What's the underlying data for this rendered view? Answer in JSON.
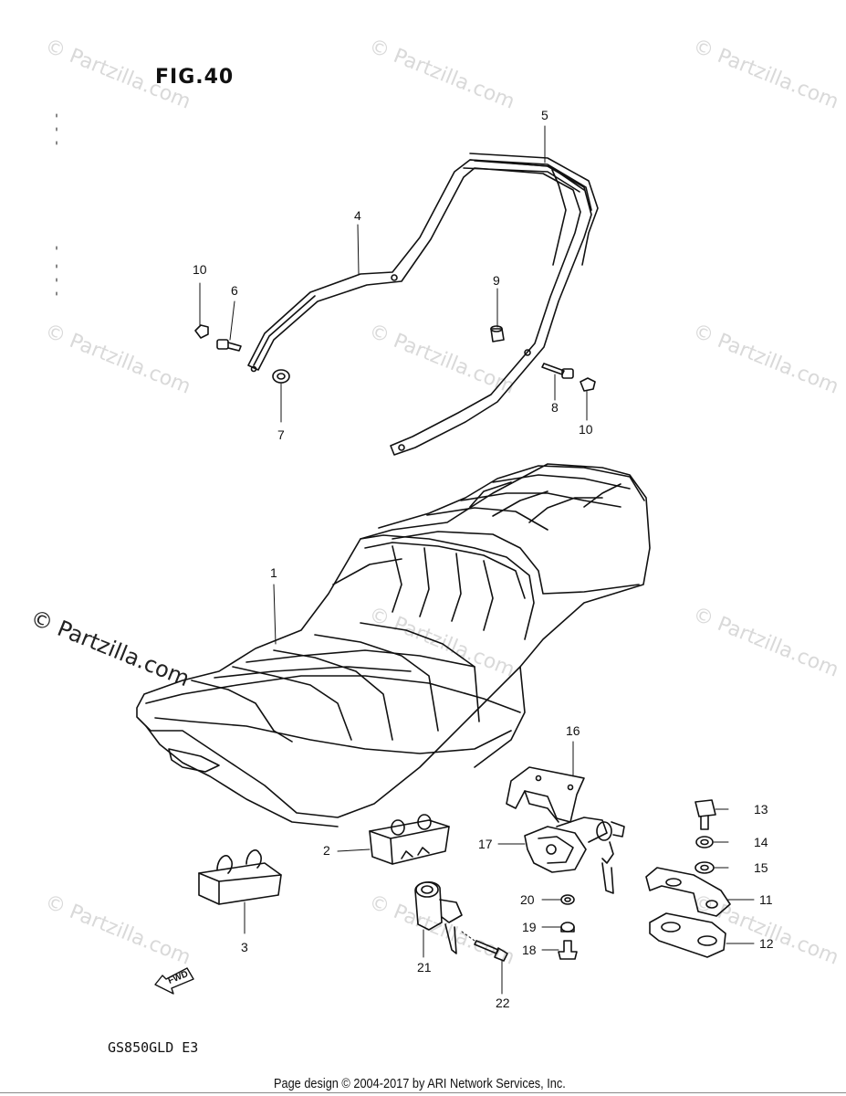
{
  "figure": {
    "title": "FIG.40",
    "model": "GS850GLD E3",
    "credit": "Page design © 2004-2017 by ARI Network Services, Inc.",
    "fwd_label": "FWD"
  },
  "watermark": {
    "text": "© Partzilla.com"
  },
  "callouts": [
    {
      "id": "1",
      "label": "1"
    },
    {
      "id": "2",
      "label": "2"
    },
    {
      "id": "3",
      "label": "3"
    },
    {
      "id": "4",
      "label": "4"
    },
    {
      "id": "5",
      "label": "5"
    },
    {
      "id": "6",
      "label": "6"
    },
    {
      "id": "7",
      "label": "7"
    },
    {
      "id": "8",
      "label": "8"
    },
    {
      "id": "9",
      "label": "9"
    },
    {
      "id": "10a",
      "label": "10"
    },
    {
      "id": "10b",
      "label": "10"
    },
    {
      "id": "11",
      "label": "11"
    },
    {
      "id": "12",
      "label": "12"
    },
    {
      "id": "13",
      "label": "13"
    },
    {
      "id": "14",
      "label": "14"
    },
    {
      "id": "15",
      "label": "15"
    },
    {
      "id": "16",
      "label": "16"
    },
    {
      "id": "17",
      "label": "17"
    },
    {
      "id": "18",
      "label": "18"
    },
    {
      "id": "19",
      "label": "19"
    },
    {
      "id": "20",
      "label": "20"
    },
    {
      "id": "21",
      "label": "21"
    },
    {
      "id": "22",
      "label": "22"
    }
  ],
  "colors": {
    "line": "#111111",
    "watermark": "#d9d9d9"
  }
}
